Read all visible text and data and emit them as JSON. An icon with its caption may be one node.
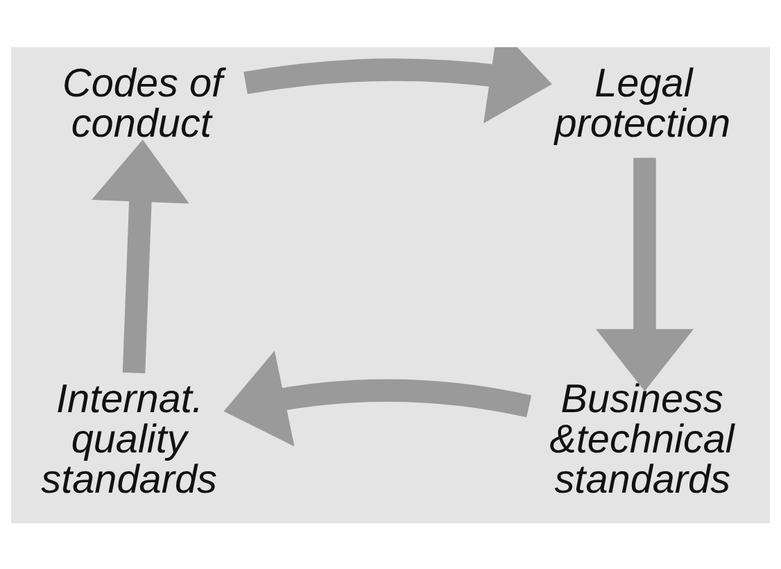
{
  "diagram": {
    "nodes": [
      {
        "text": [
          "Codes of conduct"
        ]
      },
      {
        "text": [
          "Legal protection"
        ]
      },
      {
        "text": [
          "Business &technical standards"
        ]
      },
      {
        "text": [
          "Internat. quality standards"
        ]
      }
    ],
    "edges": [
      {
        "from": 0,
        "to": 1,
        "arrow": "to"
      },
      {
        "from": 1,
        "to": 2,
        "arrow": "to"
      },
      {
        "from": 2,
        "to": 3,
        "arrow": "to"
      },
      {
        "from": 3,
        "to": 0,
        "arrow": "to"
      }
    ]
  }
}
